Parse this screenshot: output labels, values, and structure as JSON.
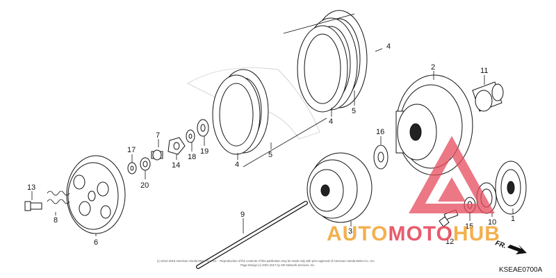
{
  "diagram_code": "KSEAE0700A",
  "copyright": [
    "(c) 2012-2016 American Honda Motor Co., Inc. - Reproduction of the contents of this publication may be made only with prior approval of American Honda Motor Co., Inc.",
    "Page Design (c) 2001-2017 by ARI Network Services, Inc."
  ],
  "watermark": {
    "part1": "AUTO",
    "part2": "MOTO",
    "part3": "HUB",
    "color1": "#f2a83b",
    "color2": "#e64b5d"
  },
  "front_indicator": "FR.",
  "callouts": [
    "1",
    "2",
    "3",
    "4",
    "4",
    "4",
    "5",
    "5",
    "6",
    "7",
    "8",
    "9",
    "10",
    "11",
    "12",
    "13",
    "14",
    "15",
    "16",
    "17",
    "18",
    "19",
    "20"
  ]
}
